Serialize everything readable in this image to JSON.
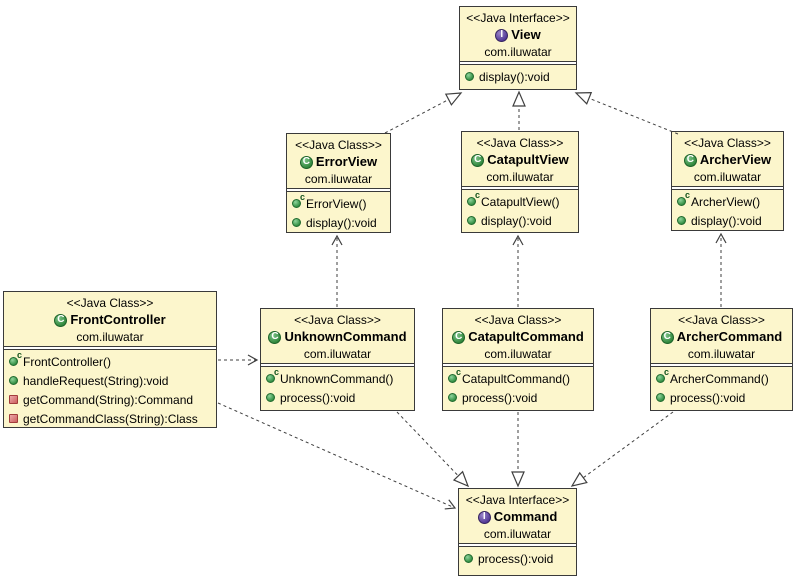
{
  "diagram": {
    "kind": "uml-class-diagram",
    "pattern": "Front Controller"
  },
  "icons": {
    "constructor_sup": "c"
  },
  "colors": {
    "box_fill": "#fcf6cc",
    "box_border": "#3a3a3a",
    "edge_line": "#3f3f3f",
    "class_icon_green": "#2e8539",
    "interface_icon_purple": "#503795",
    "public_method_green": "#2f8c3f",
    "private_method_red": "#cc5f5f"
  },
  "classes": [
    {
      "id": "view",
      "kind": "interface",
      "icon_letter": "I",
      "stereotype": "<<Java Interface>>",
      "name": "View",
      "package": "com.iluwatar",
      "members": [
        {
          "type": "public",
          "text": "display():void"
        }
      ]
    },
    {
      "id": "error-view",
      "kind": "class",
      "icon_letter": "C",
      "stereotype": "<<Java Class>>",
      "name": "ErrorView",
      "package": "com.iluwatar",
      "members": [
        {
          "type": "constructor",
          "text": "ErrorView()"
        },
        {
          "type": "public",
          "text": "display():void"
        }
      ]
    },
    {
      "id": "catapult-view",
      "kind": "class",
      "icon_letter": "C",
      "stereotype": "<<Java Class>>",
      "name": "CatapultView",
      "package": "com.iluwatar",
      "members": [
        {
          "type": "constructor",
          "text": "CatapultView()"
        },
        {
          "type": "public",
          "text": "display():void"
        }
      ]
    },
    {
      "id": "archer-view",
      "kind": "class",
      "icon_letter": "C",
      "stereotype": "<<Java Class>>",
      "name": "ArcherView",
      "package": "com.iluwatar",
      "members": [
        {
          "type": "constructor",
          "text": "ArcherView()"
        },
        {
          "type": "public",
          "text": "display():void"
        }
      ]
    },
    {
      "id": "front-controller",
      "kind": "class",
      "icon_letter": "C",
      "stereotype": "<<Java Class>>",
      "name": "FrontController",
      "package": "com.iluwatar",
      "members": [
        {
          "type": "constructor",
          "text": "FrontController()"
        },
        {
          "type": "public",
          "text": "handleRequest(String):void"
        },
        {
          "type": "private",
          "text": "getCommand(String):Command"
        },
        {
          "type": "private",
          "text": "getCommandClass(String):Class"
        }
      ]
    },
    {
      "id": "unknown-command",
      "kind": "class",
      "icon_letter": "C",
      "stereotype": "<<Java Class>>",
      "name": "UnknownCommand",
      "package": "com.iluwatar",
      "members": [
        {
          "type": "constructor",
          "text": "UnknownCommand()"
        },
        {
          "type": "public",
          "text": "process():void"
        }
      ]
    },
    {
      "id": "catapult-command",
      "kind": "class",
      "icon_letter": "C",
      "stereotype": "<<Java Class>>",
      "name": "CatapultCommand",
      "package": "com.iluwatar",
      "members": [
        {
          "type": "constructor",
          "text": "CatapultCommand()"
        },
        {
          "type": "public",
          "text": "process():void"
        }
      ]
    },
    {
      "id": "archer-command",
      "kind": "class",
      "icon_letter": "C",
      "stereotype": "<<Java Class>>",
      "name": "ArcherCommand",
      "package": "com.iluwatar",
      "members": [
        {
          "type": "constructor",
          "text": "ArcherCommand()"
        },
        {
          "type": "public",
          "text": "process():void"
        }
      ]
    },
    {
      "id": "command",
      "kind": "interface",
      "icon_letter": "I",
      "stereotype": "<<Java Interface>>",
      "name": "Command",
      "package": "com.iluwatar",
      "members": [
        {
          "type": "public",
          "text": "process():void"
        }
      ]
    }
  ],
  "edges": [
    {
      "from": "ErrorView",
      "to": "View",
      "type": "realization"
    },
    {
      "from": "CatapultView",
      "to": "View",
      "type": "realization"
    },
    {
      "from": "ArcherView",
      "to": "View",
      "type": "realization"
    },
    {
      "from": "UnknownCommand",
      "to": "ErrorView",
      "type": "dependency"
    },
    {
      "from": "CatapultCommand",
      "to": "CatapultView",
      "type": "dependency"
    },
    {
      "from": "ArcherCommand",
      "to": "ArcherView",
      "type": "dependency"
    },
    {
      "from": "FrontController",
      "to": "UnknownCommand",
      "type": "dependency"
    },
    {
      "from": "FrontController",
      "to": "Command",
      "type": "dependency"
    },
    {
      "from": "UnknownCommand",
      "to": "Command",
      "type": "realization"
    },
    {
      "from": "CatapultCommand",
      "to": "Command",
      "type": "realization"
    },
    {
      "from": "ArcherCommand",
      "to": "Command",
      "type": "realization"
    }
  ]
}
